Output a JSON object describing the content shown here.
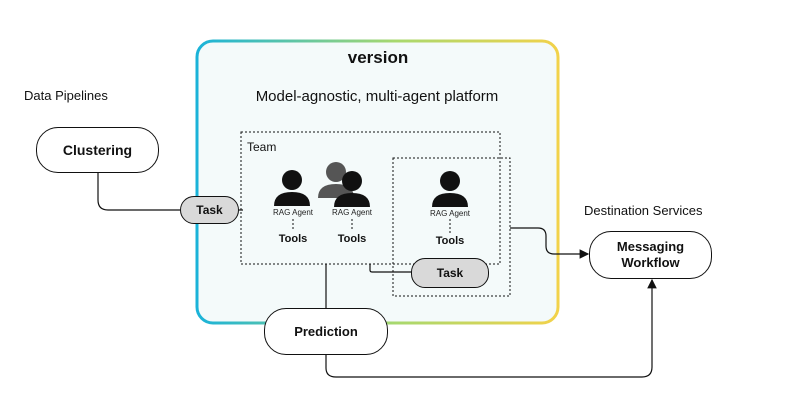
{
  "platform": {
    "title": "version",
    "subtitle": "Model-agnostic, multi-agent platform",
    "gradient": [
      "#1ab3d9",
      "#a8d86e",
      "#f2d24a"
    ]
  },
  "left_section": {
    "label": "Data Pipelines",
    "node": "Clustering"
  },
  "right_section": {
    "label": "Destination Services",
    "node_line1": "Messaging",
    "node_line2": "Workflow"
  },
  "team": {
    "label": "Team",
    "agents": [
      {
        "label": "RAG Agent",
        "tools": "Tools"
      },
      {
        "label": "RAG Agent",
        "tools": "Tools"
      },
      {
        "label": "RAG Agent",
        "tools": "Tools"
      }
    ]
  },
  "tasks": {
    "task_left": "Task",
    "task_right": "Task"
  },
  "prediction": "Prediction",
  "colors": {
    "task_fill": "#d9d9d9",
    "person": "#111111",
    "person_secondary": "#555555",
    "panel_fill": "#f4fafa"
  }
}
